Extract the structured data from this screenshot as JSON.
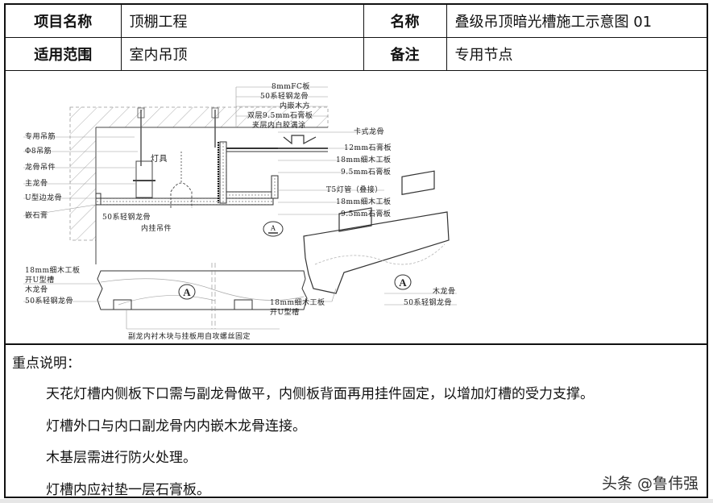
{
  "header": {
    "row1": {
      "label1": "项目名称",
      "value1": "顶棚工程",
      "label2": "名称",
      "value2": "叠级吊顶暗光槽施工示意图 01"
    },
    "row2": {
      "label1": "适用范围",
      "value1": "室内吊顶",
      "label2": "备注",
      "value2": "专用节点"
    }
  },
  "drawing": {
    "left_labels": [
      "专用吊筋",
      "Φ8吊筋",
      "龙骨吊件",
      "主龙骨",
      "U型边龙骨",
      "嵌石膏"
    ],
    "top_labels": [
      "8mmFC板",
      "50系轻钢龙骨",
      "内嵌木方",
      "双层9.5mm石膏板",
      "夹层内白胶满涂"
    ],
    "right_labels": [
      "卡式龙骨",
      "12mm石膏板",
      "18mm细木工板",
      "9.5mm石膏板",
      "T5灯管（叠接）",
      "18mm细木工板",
      "9.5mm石膏板"
    ],
    "lamp_label": "灯具",
    "keel_label": "50系轻钢龙骨",
    "hanger_label": "内挂吊件",
    "section_marker": "A",
    "detail_left_labels": [
      "18mm细木工板",
      "开U型槽",
      "木龙骨",
      "50系轻钢龙骨"
    ],
    "detail_mid_labels": [
      "18mm细木工板",
      "开U型槽"
    ],
    "detail_right_labels": [
      "木龙骨",
      "50系轻钢龙骨"
    ],
    "detail_note": "副龙内衬木块与挂板用自攻螺丝固定"
  },
  "notes": {
    "title": "重点说明：",
    "items": [
      "天花灯槽内侧板下口需与副龙骨做平，内侧板背面再用挂件固定，以增加灯槽的受力支撑。",
      "灯槽外口与内口副龙骨内内嵌木龙骨连接。",
      "木基层需进行防火处理。",
      "灯槽内应衬垫一层石膏板。"
    ]
  },
  "watermark": "头条 @鲁伟强"
}
